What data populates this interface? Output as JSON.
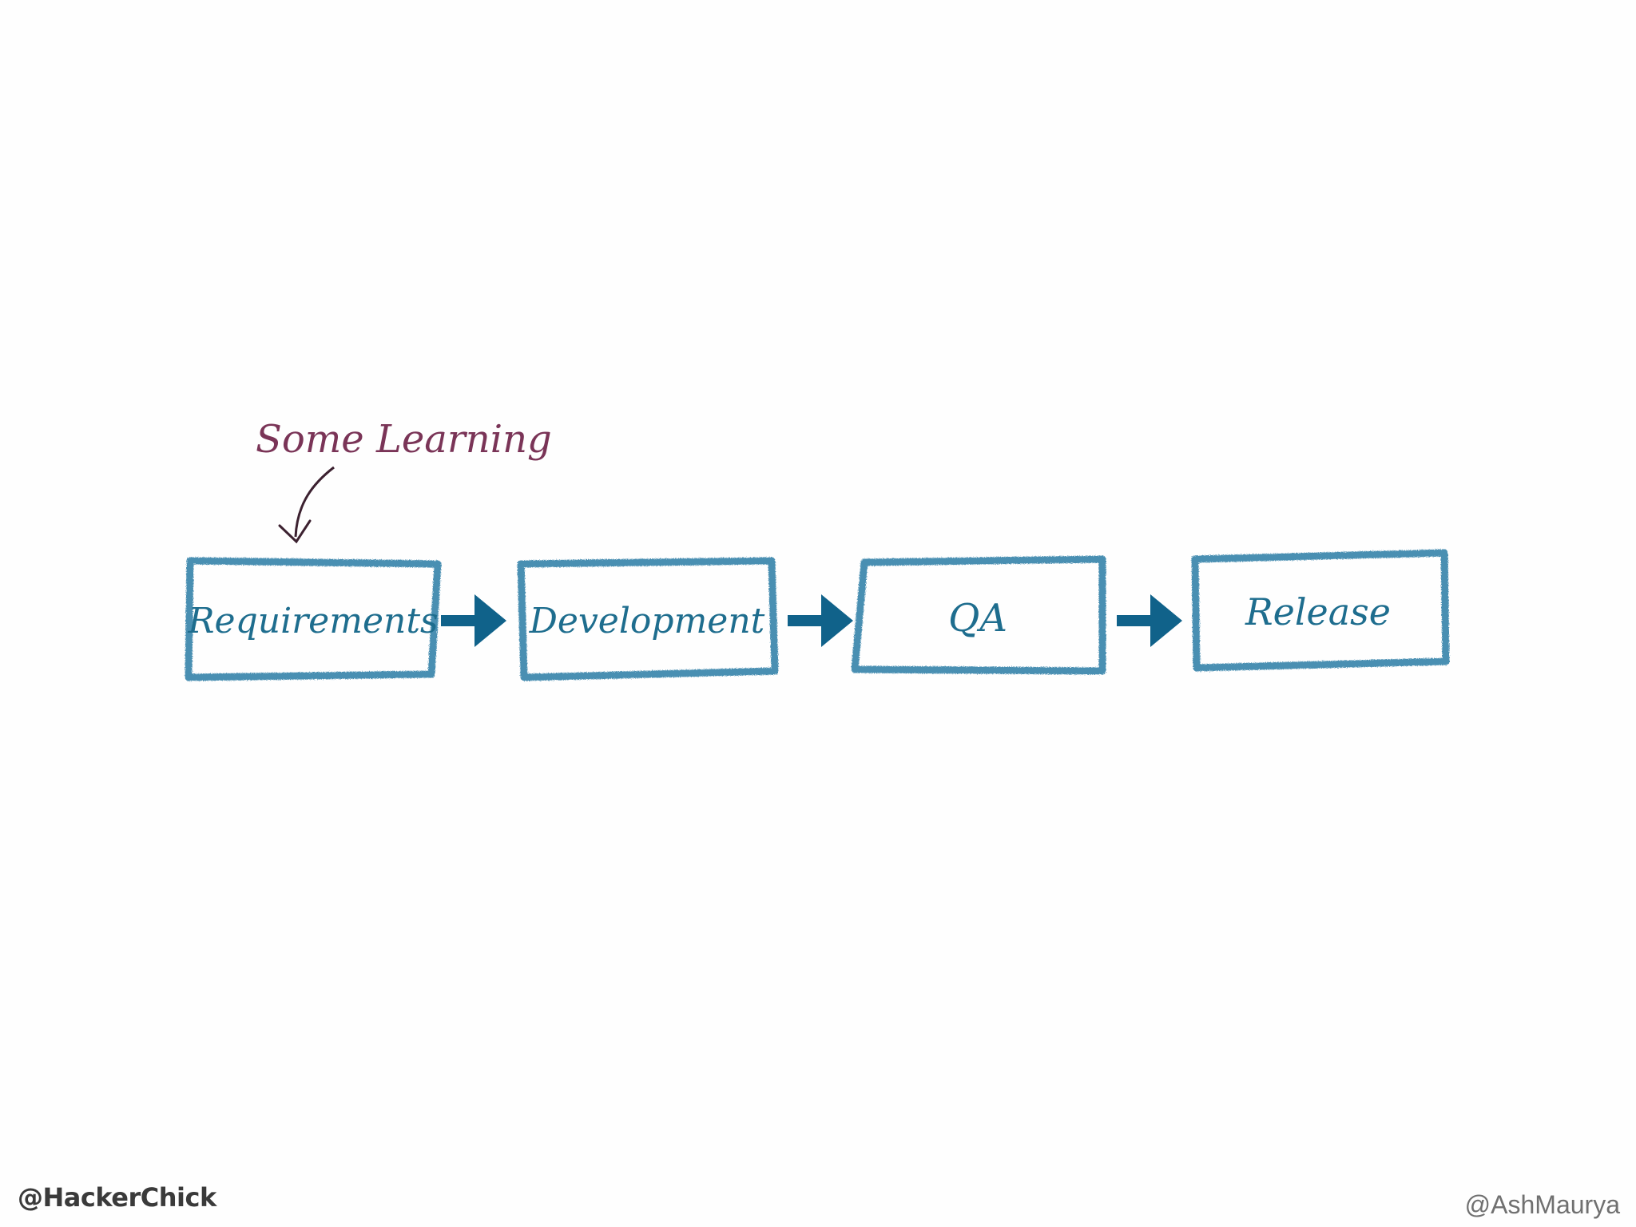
{
  "annotation": {
    "label": "Some Learning"
  },
  "steps": [
    {
      "label": "Requirements"
    },
    {
      "label": "Development"
    },
    {
      "label": "QA"
    },
    {
      "label": "Release"
    }
  ],
  "credits": {
    "left": "@HackerChick",
    "right": "@AshMaurya"
  },
  "colors": {
    "box_border": "#4a8fb2",
    "arrow": "#10628a",
    "step_text": "#1e6d8e",
    "annotation": "#7a3457",
    "background": "#fefefe"
  }
}
